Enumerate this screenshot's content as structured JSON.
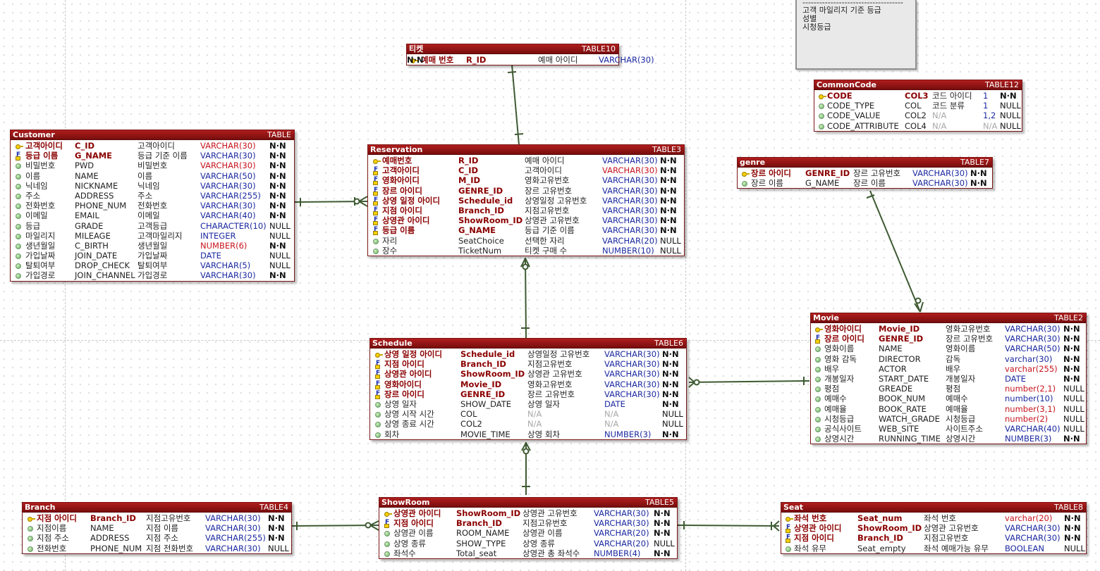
{
  "note": {
    "lines": [
      "고객 마일리지 기준 등급",
      "성별",
      "시청등급"
    ]
  },
  "entities": [
    {
      "id": "ticket",
      "name": "티켓",
      "tag": "TABLE10",
      "cols": [
        {
          "k": "pk",
          "logical": "예매 번호",
          "physical": "R_ID",
          "comment": "예매 아이디",
          "type": "VARCHAR(30)",
          "tc": "blue",
          "nul": "N·N"
        }
      ]
    },
    {
      "id": "customer",
      "name": "Customer",
      "tag": "TABLE",
      "cols": [
        {
          "k": "pk",
          "logical": "고객아이디",
          "physical": "C_ID",
          "comment": "고객아이디",
          "type": "VARCHAR(30)",
          "tc": "red",
          "nul": "N·N"
        },
        {
          "k": "fk",
          "logical": "등급 이름",
          "physical": "G_NAME",
          "comment": "등급 기준 이름",
          "type": "VARCHAR(30)",
          "tc": "blue",
          "nul": "N·N"
        },
        {
          "k": "col",
          "logical": "비밀번호",
          "physical": "PWD",
          "comment": "비밀번호",
          "type": "VARCHAR(30)",
          "tc": "red",
          "nul": "N·N"
        },
        {
          "k": "col",
          "logical": "이름",
          "physical": "NAME",
          "comment": "이름",
          "type": "VARCHAR(50)",
          "tc": "blue",
          "nul": "N·N"
        },
        {
          "k": "col",
          "logical": "닉네임",
          "physical": "NICKNAME",
          "comment": "닉네임",
          "type": "VARCHAR(30)",
          "tc": "blue",
          "nul": "N·N"
        },
        {
          "k": "col",
          "logical": "주소",
          "physical": "ADDRESS",
          "comment": "주소",
          "type": "VARCHAR(255)",
          "tc": "blue",
          "nul": "N·N"
        },
        {
          "k": "col",
          "logical": "전화번호",
          "physical": "PHONE_NUM",
          "comment": "전화번호",
          "type": "VARCHAR(30)",
          "tc": "blue",
          "nul": "N·N"
        },
        {
          "k": "col",
          "logical": "이메일",
          "physical": "EMAIL",
          "comment": "이메일",
          "type": "VARCHAR(40)",
          "tc": "blue",
          "nul": "N·N"
        },
        {
          "k": "col",
          "logical": "등급",
          "physical": "GRADE",
          "comment": "고객등급",
          "type": "CHARACTER(10)",
          "tc": "blue",
          "nul": "NULL"
        },
        {
          "k": "col",
          "logical": "마일리지",
          "physical": "MILEAGE",
          "comment": "고객마일리지",
          "type": "INTEGER",
          "tc": "blue",
          "nul": "NULL"
        },
        {
          "k": "col",
          "logical": "생년월일",
          "physical": "C_BIRTH",
          "comment": "생년월일",
          "type": "NUMBER(6)",
          "tc": "red",
          "nul": "N·N"
        },
        {
          "k": "col",
          "logical": "가입날짜",
          "physical": "JOIN_DATE",
          "comment": "가입날짜",
          "type": "DATE",
          "tc": "blue",
          "nul": "NULL"
        },
        {
          "k": "col",
          "logical": "탈퇴여부",
          "physical": "DROP_CHECK",
          "comment": "탈퇴여부",
          "type": "VARCHAR(5)",
          "tc": "blue",
          "nul": "NULL"
        },
        {
          "k": "col",
          "logical": "가입경로",
          "physical": "JOIN_CHANNEL",
          "comment": "가입경로",
          "type": "VARCHAR(30)",
          "tc": "blue",
          "nul": "N·N"
        }
      ]
    },
    {
      "id": "reservation",
      "name": "Reservation",
      "tag": "TABLE3",
      "cols": [
        {
          "k": "pk",
          "logical": "예매번호",
          "physical": "R_ID",
          "comment": "예매 아이디",
          "type": "VARCHAR(30)",
          "tc": "blue",
          "nul": "N·N"
        },
        {
          "k": "fk",
          "logical": "고객아이디",
          "physical": "C_ID",
          "comment": "고객아이디",
          "type": "VARCHAR(30)",
          "tc": "red",
          "nul": "N·N"
        },
        {
          "k": "fk",
          "logical": "영화아이디",
          "physical": "M_ID",
          "comment": "영화고유번호",
          "type": "VARCHAR(30)",
          "tc": "blue",
          "nul": "N·N"
        },
        {
          "k": "fk",
          "logical": "장르 아이디",
          "physical": "GENRE_ID",
          "comment": "장르 고유번호",
          "type": "VARCHAR(30)",
          "tc": "blue",
          "nul": "N·N"
        },
        {
          "k": "fk",
          "logical": "상영 일정 아이디",
          "physical": "Schedule_id",
          "comment": "상영일정 고유번호",
          "type": "VARCHAR(30)",
          "tc": "blue",
          "nul": "N·N"
        },
        {
          "k": "fk",
          "logical": "지점 아이디",
          "physical": "Branch_ID",
          "comment": "지점고유번호",
          "type": "VARCHAR(30)",
          "tc": "blue",
          "nul": "N·N"
        },
        {
          "k": "fk",
          "logical": "상영관 아이디",
          "physical": "ShowRoom_ID",
          "comment": "상영관 고유번호",
          "type": "VARCHAR(30)",
          "tc": "blue",
          "nul": "N·N"
        },
        {
          "k": "fk",
          "logical": "등급 이름",
          "physical": "G_NAME",
          "comment": "등급 기준 이름",
          "type": "VARCHAR(30)",
          "tc": "blue",
          "nul": "N·N"
        },
        {
          "k": "col",
          "logical": "자리",
          "physical": "SeatChoice",
          "comment": "선택한 자리",
          "type": "VARCHAR(20)",
          "tc": "blue",
          "nul": "NULL"
        },
        {
          "k": "col",
          "logical": "장수",
          "physical": "TicketNum",
          "comment": "티켓 구매 수",
          "type": "NUMBER(10)",
          "tc": "blue",
          "nul": "NULL"
        }
      ]
    },
    {
      "id": "commoncode",
      "name": "CommonCode",
      "tag": "TABLE12",
      "cols": [
        {
          "k": "pk",
          "logical": "CODE",
          "physical": "COL3",
          "comment": "코드 아이디",
          "type": "1",
          "tc": "blue",
          "nul": "N·N"
        },
        {
          "k": "col",
          "logical": "CODE_TYPE",
          "physical": "COL",
          "comment": "코드 분류",
          "type": "1",
          "tc": "blue",
          "nul": "NULL"
        },
        {
          "k": "col",
          "logical": "CODE_VALUE",
          "physical": "COL2",
          "comment": "N/A",
          "type": "1,2",
          "tc": "blue",
          "nul": "NULL"
        },
        {
          "k": "col",
          "logical": "CODE_ATTRIBUTE",
          "physical": "COL4",
          "comment": "N/A",
          "type": "N/A",
          "tc": "gray",
          "nul": "NULL"
        }
      ]
    },
    {
      "id": "genre",
      "name": "genre",
      "tag": "TABLE7",
      "cols": [
        {
          "k": "pk",
          "logical": "장르 아이디",
          "physical": "GENRE_ID",
          "comment": "장르 고유번호",
          "type": "VARCHAR(30)",
          "tc": "blue",
          "nul": "N·N"
        },
        {
          "k": "col",
          "logical": "장르 이름",
          "physical": "G_NAME",
          "comment": "장르 이름",
          "type": "VARCHAR(30)",
          "tc": "blue",
          "nul": "N·N"
        }
      ]
    },
    {
      "id": "movie",
      "name": "Movie",
      "tag": "TABLE2",
      "cols": [
        {
          "k": "pk",
          "logical": "영화아이디",
          "physical": "Movie_ID",
          "comment": "영화고유번호",
          "type": "VARCHAR(30)",
          "tc": "blue",
          "nul": "N·N"
        },
        {
          "k": "fk",
          "logical": "장르 아이디",
          "physical": "GENRE_ID",
          "comment": "장르 고유번호",
          "type": "VARCHAR(30)",
          "tc": "blue",
          "nul": "N·N"
        },
        {
          "k": "col",
          "logical": "영화이름",
          "physical": "NAME",
          "comment": "영화이름",
          "type": "VARCHAR(50)",
          "tc": "blue",
          "nul": "N·N"
        },
        {
          "k": "col",
          "logical": "영화 감독",
          "physical": "DIRECTOR",
          "comment": "감독",
          "type": "varchar(30)",
          "tc": "blue",
          "nul": "N·N"
        },
        {
          "k": "col",
          "logical": "배우",
          "physical": "ACTOR",
          "comment": "배우",
          "type": "varchar(255)",
          "tc": "red",
          "nul": "N·N"
        },
        {
          "k": "col",
          "logical": "개봉일자",
          "physical": "START_DATE",
          "comment": "개봉일자",
          "type": "DATE",
          "tc": "blue",
          "nul": "N·N"
        },
        {
          "k": "col",
          "logical": "평점",
          "physical": "GREADE",
          "comment": "평점",
          "type": "number(2,1)",
          "tc": "red",
          "nul": "NULL"
        },
        {
          "k": "col",
          "logical": "예매수",
          "physical": "BOOK_NUM",
          "comment": "예매수",
          "type": "number(10)",
          "tc": "blue",
          "nul": "NULL"
        },
        {
          "k": "col",
          "logical": "예매율",
          "physical": "BOOK_RATE",
          "comment": "예매율",
          "type": "number(3,1)",
          "tc": "red",
          "nul": "NULL"
        },
        {
          "k": "col",
          "logical": "시청등급",
          "physical": "WATCH_GRADE",
          "comment": "시청등급",
          "type": "number(2)",
          "tc": "red",
          "nul": "NULL"
        },
        {
          "k": "col",
          "logical": "공식사이트",
          "physical": "WEB_SITE",
          "comment": " 사이트주소",
          "type": "VARCHAR(40)",
          "tc": "blue",
          "nul": "NULL"
        },
        {
          "k": "col",
          "logical": "상영시간",
          "physical": "RUNNING_TIME",
          "comment": "상영시간",
          "type": "NUMBER(3)",
          "tc": "blue",
          "nul": "N·N"
        }
      ]
    },
    {
      "id": "schedule",
      "name": "Schedule",
      "tag": "TABLE6",
      "cols": [
        {
          "k": "pk",
          "logical": "상영 일정 아이디",
          "physical": "Schedule_id",
          "comment": "상영일정 고유번호",
          "type": "VARCHAR(30)",
          "tc": "blue",
          "nul": "N·N"
        },
        {
          "k": "fk",
          "logical": "지점 아이디",
          "physical": "Branch_ID",
          "comment": "지점고유번호",
          "type": "VARCHAR(30)",
          "tc": "blue",
          "nul": "N·N"
        },
        {
          "k": "fk",
          "logical": "상영관 아이디",
          "physical": "ShowRoom_ID",
          "comment": "상영관 고유번호",
          "type": "VARCHAR(30)",
          "tc": "blue",
          "nul": "N·N"
        },
        {
          "k": "fk",
          "logical": "영화아이디",
          "physical": "Movie_ID",
          "comment": "영화고유번호",
          "type": "VARCHAR(30)",
          "tc": "blue",
          "nul": "N·N"
        },
        {
          "k": "fk",
          "logical": "장르 아이디",
          "physical": "GENRE_ID",
          "comment": "장르 고유번호",
          "type": "VARCHAR(30)",
          "tc": "blue",
          "nul": "N·N"
        },
        {
          "k": "col",
          "logical": "상영 일자",
          "physical": "SHOW_DATE",
          "comment": "상영 일자",
          "type": "DATE",
          "tc": "blue",
          "nul": "N·N"
        },
        {
          "k": "col",
          "logical": "상영 시작 시간",
          "physical": "COL",
          "comment": "N/A",
          "type": "N/A",
          "tc": "gray",
          "nul": "NULL"
        },
        {
          "k": "col",
          "logical": "상영 종료 시간",
          "physical": "COL2",
          "comment": "N/A",
          "type": "N/A",
          "tc": "gray",
          "nul": "NULL"
        },
        {
          "k": "col",
          "logical": "회차",
          "physical": "MOVIE_TIME",
          "comment": "상영 회차",
          "type": "NUMBER(3)",
          "tc": "blue",
          "nul": "N·N"
        }
      ]
    },
    {
      "id": "branch",
      "name": "Branch",
      "tag": "TABLE4",
      "cols": [
        {
          "k": "pk",
          "logical": "지점 아이디",
          "physical": "Branch_ID",
          "comment": "지점고유번호",
          "type": "VARCHAR(30)",
          "tc": "blue",
          "nul": "N·N"
        },
        {
          "k": "col",
          "logical": "지점이름",
          "physical": "NAME",
          "comment": "지점 이름",
          "type": "VARCHAR(30)",
          "tc": "blue",
          "nul": "N·N"
        },
        {
          "k": "col",
          "logical": "지점 주소",
          "physical": "ADDRESS",
          "comment": "지점 주소",
          "type": "VARCHAR(255)",
          "tc": "blue",
          "nul": "N·N"
        },
        {
          "k": "col",
          "logical": "전화번호",
          "physical": "PHONE_NUM",
          "comment": "지점 전화번호",
          "type": "VARCHAR(30)",
          "tc": "blue",
          "nul": "NULL"
        }
      ]
    },
    {
      "id": "showroom",
      "name": "ShowRoom",
      "tag": "TABLE5",
      "cols": [
        {
          "k": "pk",
          "logical": "상영관 아이디",
          "physical": "ShowRoom_ID",
          "comment": "상영관 고유번호",
          "type": "VARCHAR(30)",
          "tc": "blue",
          "nul": "N·N"
        },
        {
          "k": "fk",
          "logical": "지점 아이디",
          "physical": "Branch_ID",
          "comment": "지점고유번호",
          "type": "VARCHAR(30)",
          "tc": "blue",
          "nul": "N·N"
        },
        {
          "k": "col",
          "logical": "상영관 이름",
          "physical": "ROOM_NAME",
          "comment": "상영관 이름",
          "type": "VARCHAR(20)",
          "tc": "blue",
          "nul": "N·N"
        },
        {
          "k": "col",
          "logical": "상영 종류",
          "physical": "SHOW_TYPE",
          "comment": "상영 종류",
          "type": "VARCHAR(20)",
          "tc": "blue",
          "nul": "NULL"
        },
        {
          "k": "col",
          "logical": "좌석수",
          "physical": "Total_seat",
          "comment": "상영관 총 좌석수",
          "type": "NUMBER(4)",
          "tc": "blue",
          "nul": "N·N"
        }
      ]
    },
    {
      "id": "seat",
      "name": "Seat",
      "tag": "TABLE8",
      "cols": [
        {
          "k": "pk",
          "logical": "좌석 번호",
          "physical": "Seat_num",
          "comment": "좌석 번호",
          "type": "varchar(20)",
          "tc": "red",
          "nul": "N·N"
        },
        {
          "k": "fk",
          "logical": "상영관 아이디",
          "physical": "ShowRoom_ID",
          "comment": "상영관 고유번호",
          "type": "VARCHAR(30)",
          "tc": "blue",
          "nul": "N·N"
        },
        {
          "k": "fk",
          "logical": "지점 아이디",
          "physical": "Branch_ID",
          "comment": "지점고유번호",
          "type": "VARCHAR(30)",
          "tc": "blue",
          "nul": "N·N"
        },
        {
          "k": "col",
          "logical": "좌석 유무",
          "physical": "Seat_empty",
          "comment": "좌석 예매가능 유무",
          "type": "BOOLEAN",
          "tc": "blue",
          "nul": "NULL"
        }
      ]
    }
  ]
}
